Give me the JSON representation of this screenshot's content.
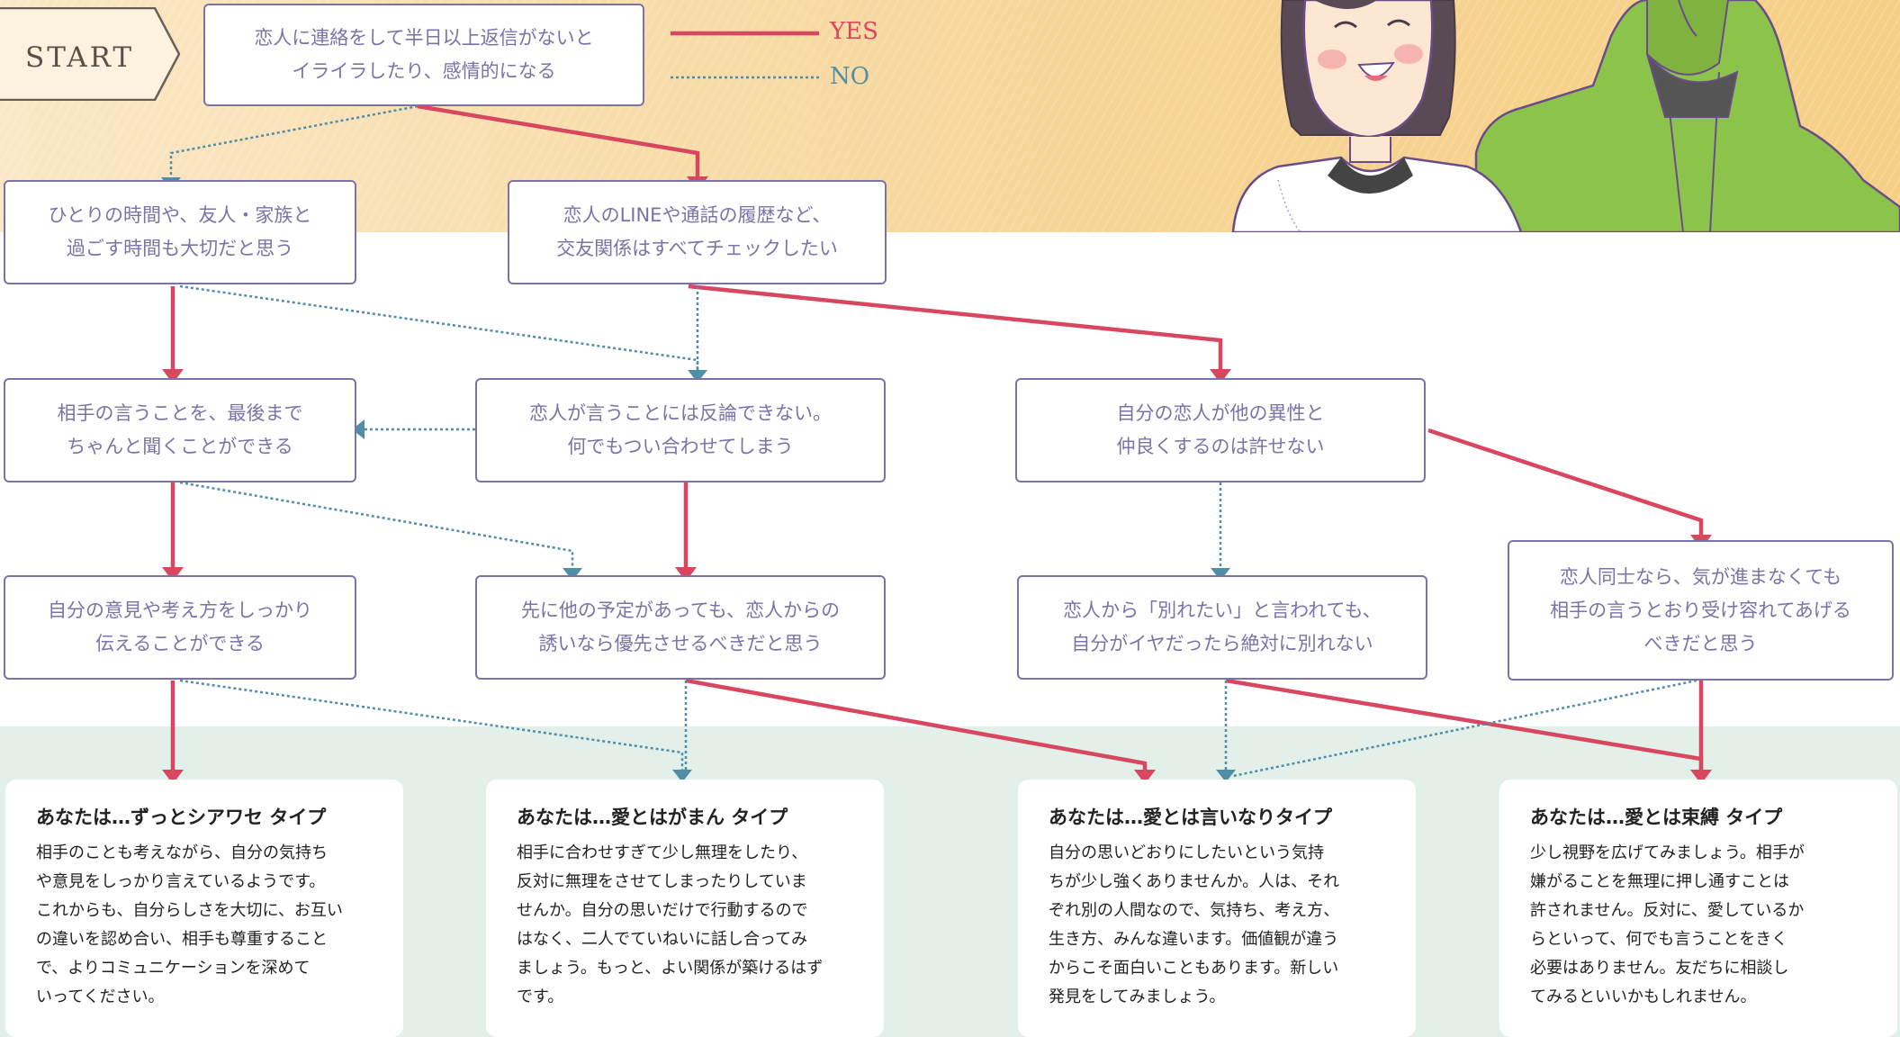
{
  "start_label": "START",
  "legend": {
    "yes": "YES",
    "no": "NO",
    "yes_color": "#d9465f",
    "no_color": "#4f8ea6"
  },
  "questions": [
    {
      "id": "q1",
      "text": "恋人に連絡をして半日以上返信がないと\nイライラしたり、感情的になる"
    },
    {
      "id": "q2",
      "text": "ひとりの時間や、友人・家族と\n過ごす時間も大切だと思う"
    },
    {
      "id": "q3",
      "text": "恋人のLINEや通話の履歴など、\n交友関係はすべてチェックしたい"
    },
    {
      "id": "q4",
      "text": "相手の言うことを、最後まで\nちゃんと聞くことができる"
    },
    {
      "id": "q5",
      "text": "恋人が言うことには反論できない。\n何でもつい合わせてしまう"
    },
    {
      "id": "q6",
      "text": "自分の恋人が他の異性と\n仲良くするのは許せない"
    },
    {
      "id": "q7",
      "text": "自分の意見や考え方をしっかり\n伝えることができる"
    },
    {
      "id": "q8",
      "text": "先に他の予定があっても、恋人からの\n誘いなら優先させるべきだと思う"
    },
    {
      "id": "q9",
      "text": "恋人から「別れたい」と言われても、\n自分がイヤだったら絶対に別れない"
    },
    {
      "id": "q10",
      "text": "恋人同士なら、気が進まなくても\n相手の言うとおり受け容れてあげる\nべきだと思う"
    }
  ],
  "results": [
    {
      "id": "r1",
      "title": "あなたは…ずっとシアワセ タイプ",
      "body": "相手のことも考えながら、自分の気持ち\nや意見をしっかり言えているようです。\nこれからも、自分らしさを大切に、お互い\nの違いを認め合い、相手も尊重すること\nで、よりコミュニケーションを深めて\nいってください。"
    },
    {
      "id": "r2",
      "title": "あなたは…愛とはがまん タイプ",
      "body": "相手に合わせすぎて少し無理をしたり、\n反対に無理をさせてしまったりしていま\nせんか。自分の思いだけで行動するので\nはなく、二人でていねいに話し合ってみ\nましょう。もっと、よい関係が築けるはず\nです。"
    },
    {
      "id": "r3",
      "title": "あなたは…愛とは言いなりタイプ",
      "body": "自分の思いどおりにしたいという気持\nちが少し強くありませんか。人は、それ\nぞれ別の人間なので、気持ち、考え方、\n生き方、みんな違います。価値観が違う\nからこそ面白いこともあります。新しい\n発見をしてみましょう。"
    },
    {
      "id": "r4",
      "title": "あなたは…愛とは束縛 タイプ",
      "body": "少し視野を広げてみましょう。相手が\n嫌がることを無理に押し通すことは\n許されません。反対に、愛しているか\nらといって、何でも言うことをきく\n必要はありません。友だちに相談し\nてみるといいかもしれません。"
    }
  ]
}
